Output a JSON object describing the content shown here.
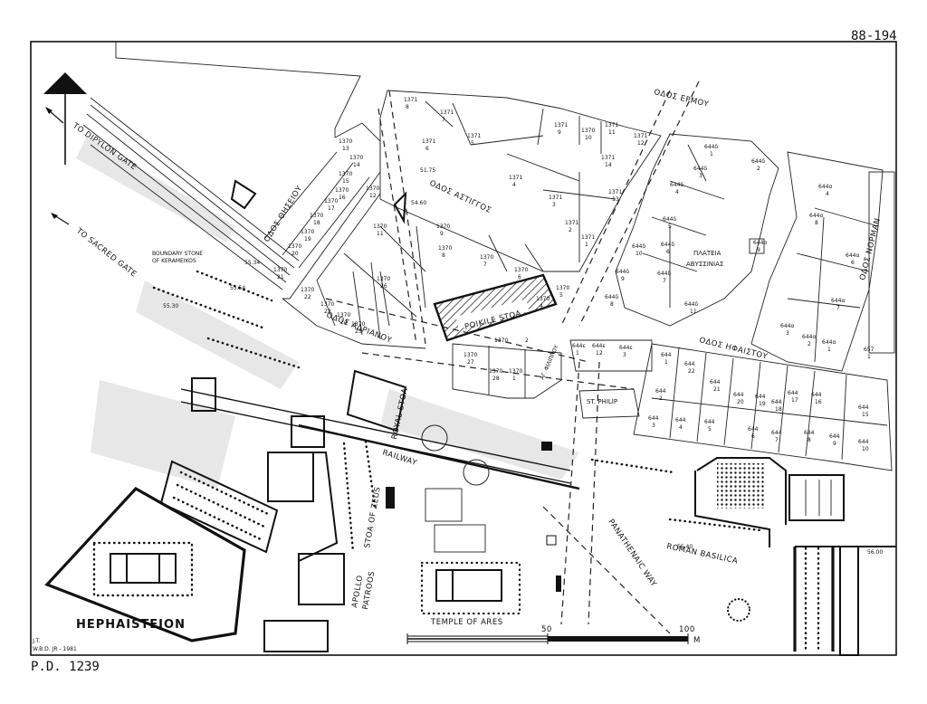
{
  "sheet": {
    "ref_top": "88-194",
    "ref_bottom": "P.D. 1239",
    "credit_line1": "J.T.",
    "credit_line2": "W.B.D. JR - 1981"
  },
  "north_arrow": {
    "icon": "north-arrow-icon"
  },
  "streets": {
    "ermou": "ΟΔΟΣ ΕΡΜΟΥ",
    "thiseiou": "ΟΔΟΣ ΘΗΣΕΙΟΥ",
    "astiggou": "ΟΔΟΣ ΑΣΤΙΓΓΟΣ",
    "adrianou": "ΟΔΟΣ ΑΔΡΙΑΝΟΥ",
    "ifaistou": "ΟΔΟΣ ΗΦΑΙΣΤΟΥ",
    "normann": "ΟΔΟΣ ΝΟΡΜΑΝ",
    "agiou_filippou": "ΑΓ. ΦΙΛΙΠΠΟΥ",
    "platia": [
      "ΠΛΑΤΕΙΑ",
      "ΑΒΥΣΣΙΝΙΑΣ"
    ]
  },
  "directions": {
    "dipylon": "TO DIPYLON GATE",
    "sacred": "TO SACRED GATE"
  },
  "monuments": {
    "poikile": "POIKILE STOA",
    "royal": "ROYAL STOA",
    "railway": "RAILWAY",
    "stoa_zeus": "STOA OF ZEUS",
    "apollo": [
      "APOLLO",
      "PATROOS"
    ],
    "temple_ares": "TEMPLE OF ARES",
    "panathenaic": "PANATHENAIC WAY",
    "roman_basilica": "ROMAN BASILICA",
    "hephaisteion": "HEPHAISTEION",
    "st_philip": "ST. PHILIP",
    "boundary": [
      "BOUNDARY STONE",
      "OF KERAMEIKOS"
    ]
  },
  "elevations": [
    "51.75",
    "54.60",
    "55.34",
    "55.30",
    "55.54",
    "56.00",
    "55.40"
  ],
  "scale": {
    "mid": "50",
    "end": "100",
    "unit": "M"
  },
  "parcels": [
    {
      "a": "1371",
      "b": "8"
    },
    {
      "a": "1371",
      "b": "7"
    },
    {
      "a": "1371",
      "b": "6"
    },
    {
      "a": "1371",
      "b": "5"
    },
    {
      "a": "1371",
      "b": "9"
    },
    {
      "a": "1370",
      "b": "10"
    },
    {
      "a": "1371",
      "b": "11"
    },
    {
      "a": "1371",
      "b": "12"
    },
    {
      "a": "1371",
      "b": "14"
    },
    {
      "a": "1371",
      "b": "13"
    },
    {
      "a": "1371",
      "b": "4"
    },
    {
      "a": "1371",
      "b": "3"
    },
    {
      "a": "1371",
      "b": "2"
    },
    {
      "a": "1371",
      "b": "1"
    },
    {
      "a": "1370",
      "b": "13"
    },
    {
      "a": "1370",
      "b": "14"
    },
    {
      "a": "1370",
      "b": "15"
    },
    {
      "a": "1370",
      "b": "16"
    },
    {
      "a": "1370",
      "b": "17"
    },
    {
      "a": "1370",
      "b": "12"
    },
    {
      "a": "1370",
      "b": "18"
    },
    {
      "a": "1370",
      "b": "19"
    },
    {
      "a": "1370",
      "b": "20"
    },
    {
      "a": "1370",
      "b": "21"
    },
    {
      "a": "1370",
      "b": "11"
    },
    {
      "a": "1370",
      "b": "9"
    },
    {
      "a": "1370",
      "b": "8"
    },
    {
      "a": "1370",
      "b": "7"
    },
    {
      "a": "1370",
      "b": "6"
    },
    {
      "a": "1370",
      "b": "5"
    },
    {
      "a": "1370",
      "b": "4"
    },
    {
      "a": "1370",
      "b": "26"
    },
    {
      "a": "1370",
      "b": "22"
    },
    {
      "a": "1370",
      "b": "23"
    },
    {
      "a": "1370",
      "b": "24"
    },
    {
      "a": "1370",
      "b": "25"
    },
    {
      "a": "1370",
      "b": "27"
    },
    {
      "a": "1370",
      "b": "28"
    },
    {
      "a": "1370",
      "b": "1"
    },
    {
      "a": "1370",
      "b": "2"
    },
    {
      "a": "644δ",
      "b": "1"
    },
    {
      "a": "644δ",
      "b": "2"
    },
    {
      "a": "644δ",
      "b": "3"
    },
    {
      "a": "644δ",
      "b": "4"
    },
    {
      "a": "644δ",
      "b": "5"
    },
    {
      "a": "644δ",
      "b": "6"
    },
    {
      "a": "644δ",
      "b": "7"
    },
    {
      "a": "644δ",
      "b": "8"
    },
    {
      "a": "644δ",
      "b": "9"
    },
    {
      "a": "644δ",
      "b": "10"
    },
    {
      "a": "644δ",
      "b": "11"
    },
    {
      "a": "644α",
      "b": "4"
    },
    {
      "a": "644α",
      "b": "8"
    },
    {
      "a": "644α",
      "b": "6"
    },
    {
      "a": "644α",
      "b": "7"
    },
    {
      "a": "644α",
      "b": "3"
    },
    {
      "a": "644α",
      "b": "2"
    },
    {
      "a": "644α",
      "b": "1"
    },
    {
      "a": "644α",
      "b": "9"
    },
    {
      "a": "657",
      "b": "1"
    },
    {
      "a": "644ε",
      "b": "12"
    },
    {
      "a": "644ε",
      "b": "3"
    },
    {
      "a": "644ε",
      "b": "1"
    },
    {
      "a": "644",
      "b": "1"
    },
    {
      "a": "644",
      "b": "22"
    },
    {
      "a": "644",
      "b": "21"
    },
    {
      "a": "644",
      "b": "20"
    },
    {
      "a": "644",
      "b": "19"
    },
    {
      "a": "644",
      "b": "18"
    },
    {
      "a": "644",
      "b": "17"
    },
    {
      "a": "644",
      "b": "16"
    },
    {
      "a": "644",
      "b": "15"
    },
    {
      "a": "644",
      "b": "2"
    },
    {
      "a": "644",
      "b": "3"
    },
    {
      "a": "644",
      "b": "4"
    },
    {
      "a": "644",
      "b": "5"
    },
    {
      "a": "644",
      "b": "6"
    },
    {
      "a": "644",
      "b": "7"
    },
    {
      "a": "644",
      "b": "8"
    },
    {
      "a": "644",
      "b": "9"
    },
    {
      "a": "644",
      "b": "10"
    }
  ]
}
